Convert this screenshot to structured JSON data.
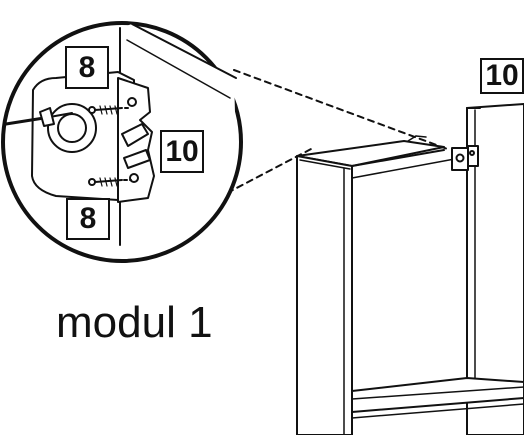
{
  "callouts": {
    "screw_top": "8",
    "screw_bottom": "8",
    "bracket_zoom": "10",
    "bracket_main": "10"
  },
  "caption": "modul 1"
}
